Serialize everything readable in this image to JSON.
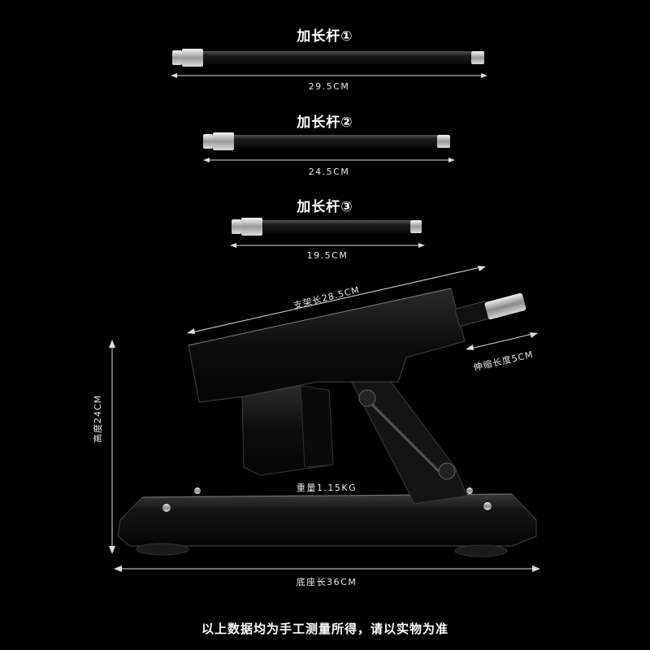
{
  "rods": [
    {
      "title": "加长杆①",
      "length": "29.5CM"
    },
    {
      "title": "加长杆②",
      "length": "24.5CM"
    },
    {
      "title": "加长杆③",
      "length": "19.5CM"
    }
  ],
  "machine": {
    "frame_length": "支架长28.5CM",
    "stroke_length": "伸缩长度5CM",
    "height": "高度24CM",
    "weight": "重量1.15KG",
    "base_length": "底座长36CM"
  },
  "footer": "以上数据均为手工测量所得，请以实物为准"
}
